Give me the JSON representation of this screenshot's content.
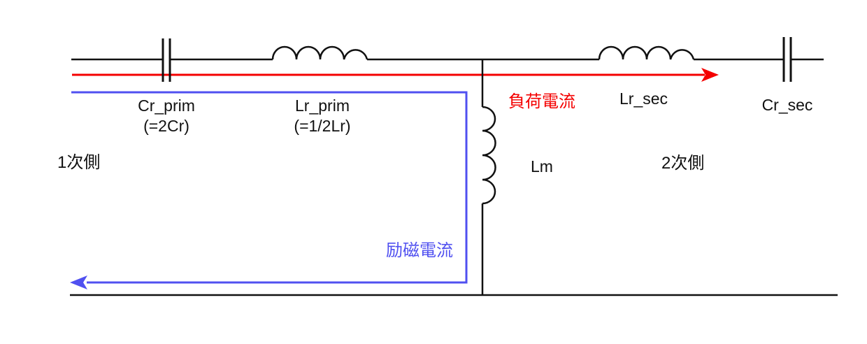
{
  "diagram": {
    "type": "circuit-schematic",
    "description": "LLC resonant converter equivalent circuit with load current and magnetizing current paths",
    "components": {
      "cr_prim": {
        "label": "Cr_prim",
        "value": "(=2Cr)",
        "kind": "capacitor"
      },
      "lr_prim": {
        "label": "Lr_prim",
        "value": "(=1/2Lr)",
        "kind": "inductor"
      },
      "lm": {
        "label": "Lm",
        "kind": "inductor"
      },
      "lr_sec": {
        "label": "Lr_sec",
        "kind": "inductor"
      },
      "cr_sec": {
        "label": "Cr_sec",
        "kind": "capacitor"
      }
    },
    "sides": {
      "primary": "1次側",
      "secondary": "2次側"
    },
    "currents": {
      "load": {
        "label": "負荷電流",
        "color": "#f40000",
        "direction": "right"
      },
      "magnetizing": {
        "label": "励磁電流",
        "color": "#5050f0",
        "direction": "left"
      }
    },
    "colors": {
      "wire": "#111111",
      "background": "#ffffff"
    }
  }
}
